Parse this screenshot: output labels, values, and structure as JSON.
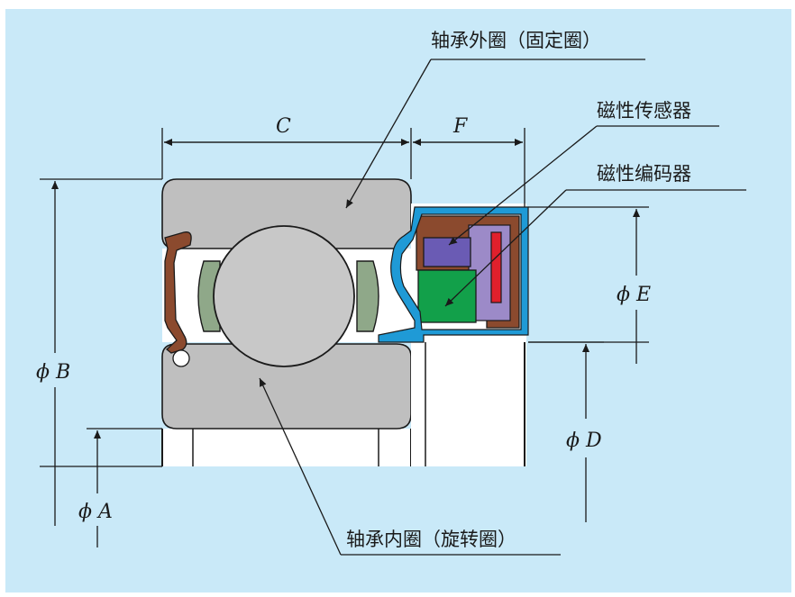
{
  "labels": {
    "outer_ring": "轴承外圈（固定圈）",
    "inner_ring": "轴承内圈（旋转圈）",
    "sensor": "磁性传感器",
    "encoder": "磁性编码器"
  },
  "dimensions": {
    "C": "C",
    "F": "F",
    "phi_A": "ϕ A",
    "phi_B": "ϕ B",
    "phi_D": "ϕ D",
    "phi_E": "ϕ E"
  },
  "colors": {
    "background": "#c9e9f8",
    "ring_gray": "#bfbfbf",
    "ball_gray": "#c8c8c8",
    "cage_green": "#8fa889",
    "seal_brown": "#8b4a2e",
    "shield_blue": "#1f9ad6",
    "sensor_purple": "#6a5bb4",
    "sensor_lavender": "#9c8ac8",
    "encoder_green": "#12a04a",
    "magnet_red": "#e0202c",
    "line": "#1a1a1a"
  }
}
